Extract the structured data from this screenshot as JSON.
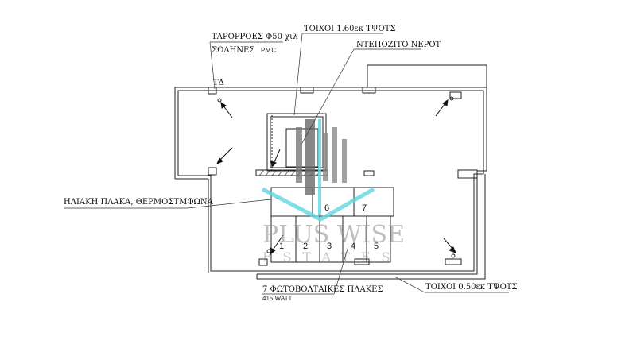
{
  "labels": {
    "downpipes": "ΤΑΡΟΡΡΟΕΣ Φ50 χιλ",
    "pipes": "ΣΩΛΗΝΕΣ",
    "pipes_material": "P.V.C",
    "td": "ΤΔ",
    "walls_high": "ΤΟΙΧΟΙ 1.60εκ ΤΨΟΤΣ",
    "water_tank": "ΝΤΕΠΟΖΙΤΟ ΝΕΡΟΤ",
    "solar_heater": "ΗΛΙΑΚΗ ΠΛΑΚΑ, ΘΕΡΜΟΣΤΜΦΩΝΑ",
    "pv_panels": "7 ΦΩΤΟΒΟΛΤΑΙΚΕΣ ΠΛΑΚΕΣ",
    "pv_watt": "415 WATT",
    "walls_low": "ΤΟΙΧΟΙ 0.50εκ ΤΨΟΤΣ"
  },
  "panels": [
    "1",
    "2",
    "3",
    "4",
    "5",
    "6",
    "7"
  ],
  "watermark": {
    "line1": "PLUS WISE",
    "line2": "ESTATES"
  },
  "colors": {
    "line": "#222222",
    "watermark_gray": "#8a8a8a",
    "watermark_cyan": "#5fd8e0"
  }
}
